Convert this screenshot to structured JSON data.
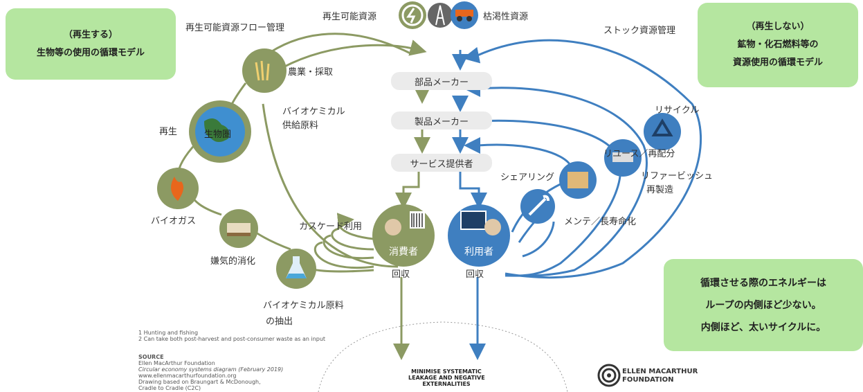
{
  "boxes": {
    "left_line1": "（再生する）",
    "left_line2": "生物等の使用の循環モデル",
    "right_top_line1": "（再生しない）",
    "right_top_line2": "鉱物・化石燃料等の",
    "right_top_line3": "資源使用の循環モデル",
    "right_bottom_line1": "循環させる際のエネルギーは",
    "right_bottom_line2": "ループの内側ほど少ない。",
    "right_bottom_line3": "内側ほど、太いサイクルに。"
  },
  "header": {
    "renewable_flow": "再生可能資源フロー管理",
    "renewable": "再生可能資源",
    "finite": "枯渇性資源",
    "stock": "ストック資源管理"
  },
  "center": {
    "parts_maker": "部品メーカー",
    "product_maker": "製品メーカー",
    "service_provider": "サービス提供者",
    "consumer": "消費者",
    "user": "利用者",
    "collect_left": "回収",
    "collect_right": "回収"
  },
  "bio": {
    "farming": "農業・採取",
    "biochem_feed_1": "バイオケミカル",
    "biochem_feed_2": "供給原料",
    "biosphere": "生物圏",
    "regen": "再生",
    "biogas": "バイオガス",
    "anaerobic": "嫌気的消化",
    "cascade": "カスケード利用",
    "extract_1": "バイオケミカル原料",
    "extract_2": "の抽出"
  },
  "tech": {
    "recycle": "リサイクル",
    "reuse": "リユース／再配分",
    "refurb_1": "リファービッシュ",
    "refurb_2": "再製造",
    "sharing": "シェアリング",
    "maintain": "メンテ／長寿命化"
  },
  "footnotes": {
    "note1": "1 Hunting and fishing",
    "note2": "2 Can take both post-harvest and post-consumer waste as an input",
    "source_title": "SOURCE",
    "source_1": "Ellen MacArthur Foundation",
    "source_2": "Circular economy systems diagram (February 2019)",
    "source_3": "www.ellenmacarthurfoundation.org",
    "source_4": "Drawing based on Braungart & McDonough,",
    "source_5": "Cradle to Cradle (C2C)"
  },
  "leakage": {
    "line1": "MINIMISE SYSTEMATIC",
    "line2": "LEAKAGE AND NEGATIVE",
    "line3": "EXTERNALITIES"
  },
  "logo": {
    "line1": "ELLEN MACARTHUR",
    "line2": "FOUNDATION"
  },
  "colors": {
    "green": "#8c9a63",
    "blue": "#3f7fc0",
    "box": "#b5e6a0"
  }
}
